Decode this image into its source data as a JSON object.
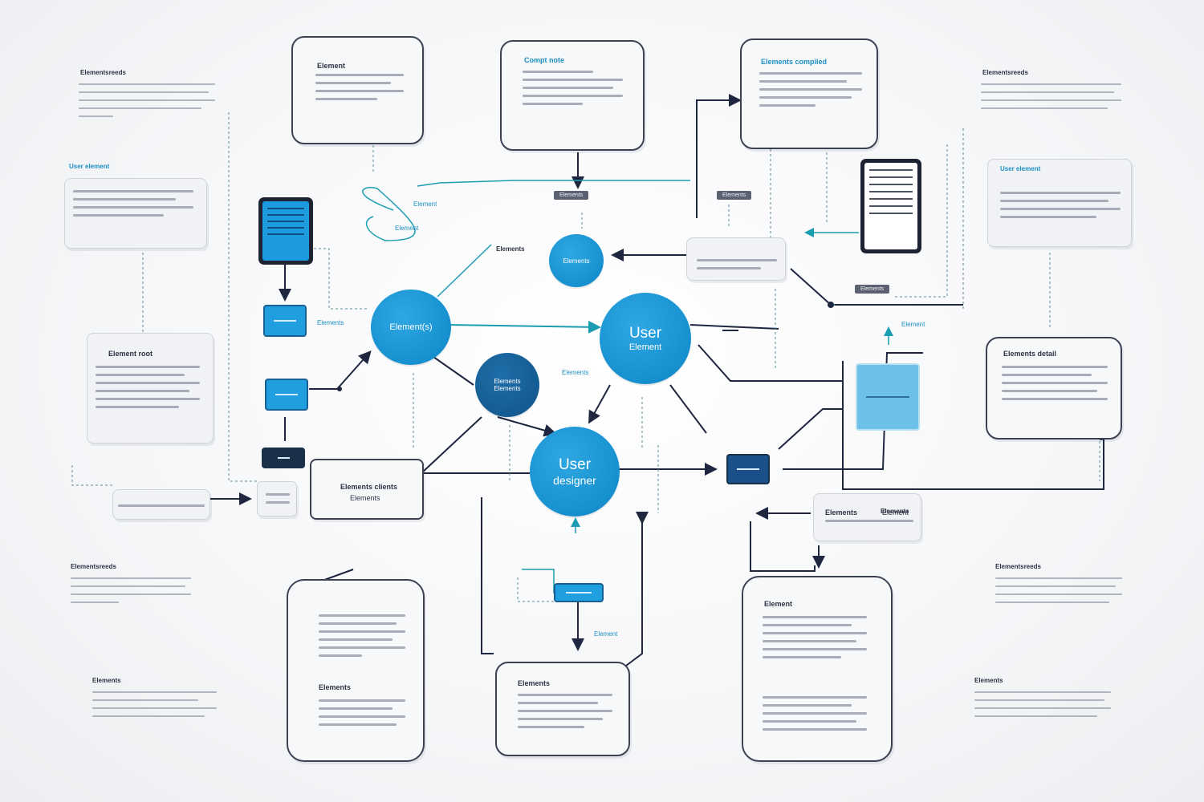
{
  "nodes": {
    "user_element": {
      "line1": "User",
      "line2": "Element"
    },
    "user_designer": {
      "line1": "User",
      "line2": "designer"
    },
    "left_bubble": {
      "label": "Element(s)"
    },
    "small_top_bubble": {
      "label": "Elements"
    },
    "dark_bubble": {
      "line1": "Elements",
      "line2": "Elements"
    }
  },
  "cards": {
    "top_left_box": {
      "title": "Element"
    },
    "top_center_box": {
      "title": "Compt note"
    },
    "top_right_box": {
      "title": "Elements compiled"
    },
    "mid_left_box": {
      "title": "Element root"
    },
    "right_mid_box": {
      "title": "Elements detail"
    },
    "center_left_box": {
      "line1": "Elements clients",
      "line2": "Elements"
    },
    "right_small_box": {
      "title": "Elements",
      "aside": "Element"
    },
    "bottom_left_box": {
      "title": "Elements"
    },
    "bottom_center_box": {
      "title": "Elements"
    },
    "bottom_right_box": {
      "title": "Element"
    }
  },
  "side_text": {
    "left_1": "Elementsreeds",
    "left_2": "User element",
    "left_3": "Element root",
    "left_4": "Elementsreeds",
    "left_5": "Elements",
    "right_1": "Elementsreeds",
    "right_2": "User element",
    "right_3": "Elementsreeds",
    "right_4": "Elements"
  },
  "tags": {
    "element_tag_1": "Elements",
    "element_tag_2": "Element",
    "element_tag_3": "Element",
    "element_tag_4": "Elements",
    "element_tag_5": "Elements",
    "element_tag_6": "Element",
    "element_tag_7": "Element",
    "elements_right_label": "Elements",
    "chip_left": "Elements",
    "chip_right": "Elements",
    "chip_bottom_right": "Elements"
  },
  "colors": {
    "accent_blue": "#1790cf",
    "dark_blue": "#12598f",
    "teal_line": "#1a9db0",
    "navy_line": "#1e2640"
  }
}
